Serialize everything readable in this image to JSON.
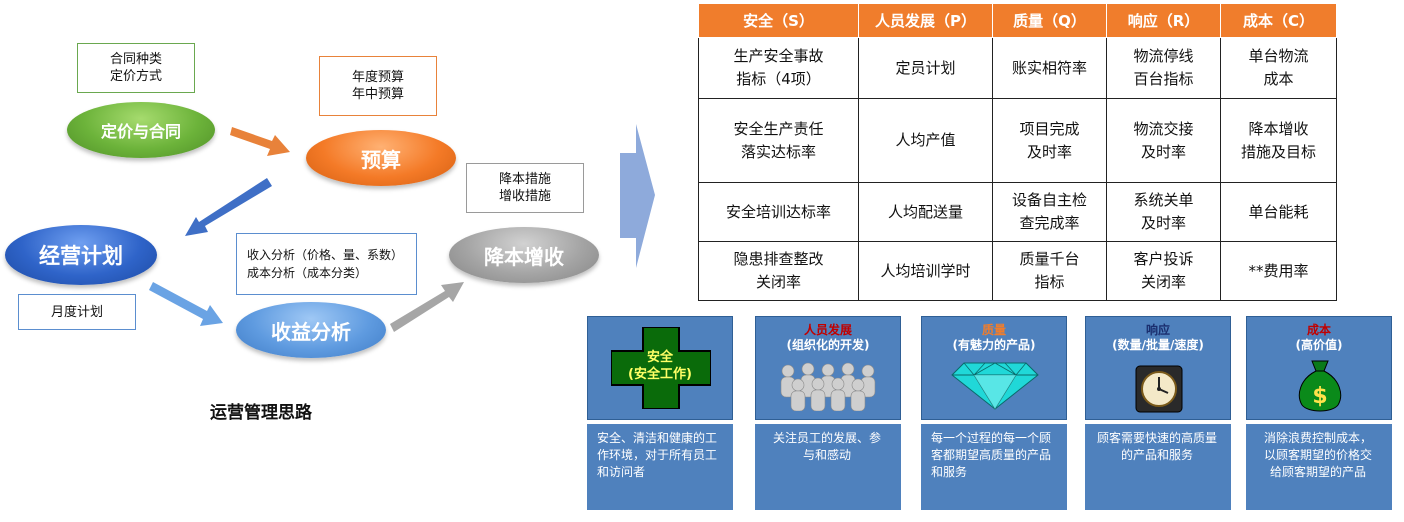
{
  "flow": {
    "note_contract": [
      "合同种类",
      "定价方式"
    ],
    "note_budget": [
      "年度预算",
      "年中预算"
    ],
    "note_reduce": [
      "降本措施",
      "增收措施"
    ],
    "note_analysis": [
      "收入分析（价格、量、系数）",
      "成本分析（成本分类）"
    ],
    "note_monthly": "月度计划",
    "oval_pricing": "定价与合同",
    "oval_budget": "预算",
    "oval_plan": "经营计划",
    "oval_profit": "收益分析",
    "oval_reduce": "降本增收",
    "caption": "运营管理思路"
  },
  "table": {
    "headers": [
      "安全（S）",
      "人员发展（P）",
      "质量（Q）",
      "响应（R）",
      "成本（C）"
    ],
    "rows": [
      [
        [
          "生产安全事故",
          "指标（4项）"
        ],
        [
          "定员计划"
        ],
        [
          "账实相符率"
        ],
        [
          "物流停线",
          "百台指标"
        ],
        [
          "单台物流",
          "成本"
        ]
      ],
      [
        [
          "安全生产责任",
          "落实达标率"
        ],
        [
          "人均产值"
        ],
        [
          "项目完成",
          "及时率"
        ],
        [
          "物流交接",
          "及时率"
        ],
        [
          "降本增收",
          "措施及目标"
        ]
      ],
      [
        [
          "安全培训达标率"
        ],
        [
          "人均配送量"
        ],
        [
          "设备自主检",
          "查完成率"
        ],
        [
          "系统关单",
          "及时率"
        ],
        [
          "单台能耗"
        ]
      ],
      [
        [
          "隐患排查整改",
          "关闭率"
        ],
        [
          "人均培训学时"
        ],
        [
          "质量千台",
          "指标"
        ],
        [
          "客户投诉",
          "关闭率"
        ],
        [
          "**费用率"
        ]
      ]
    ]
  },
  "cards": [
    {
      "title": [
        "安全",
        "(安全工作)"
      ],
      "desc": [
        "安全、清洁和健康的工",
        "作环境，对于所有员工",
        "和访问者"
      ],
      "icon": "cross-icon"
    },
    {
      "title": [
        "人员发展",
        "(组织化的开发)"
      ],
      "desc": [
        "关注员工的发展、参",
        "与和感动"
      ],
      "icon": "people-icon"
    },
    {
      "title": [
        "质量",
        "(有魅力的产品)"
      ],
      "desc": [
        "每一个过程的每一个顾",
        "客都期望高质量的产品",
        "和服务"
      ],
      "icon": "diamond-icon"
    },
    {
      "title": [
        "响应",
        "(数量/批量/速度)"
      ],
      "desc": [
        "顾客需要快速的高质量",
        "的产品和服务"
      ],
      "icon": "clock-icon"
    },
    {
      "title": [
        "成本",
        "(高价值)"
      ],
      "desc": [
        "消除浪费控制成本，",
        "以顾客期望的价格交",
        "给顾客期望的产品"
      ],
      "icon": "money-bag-icon"
    }
  ],
  "colors": {
    "header": "#f07d2c",
    "card": "#4f81bd",
    "arrow_orange": "#e8823a",
    "arrow_blue": "#3f6fc6",
    "arrow_gray": "#a6a6a6",
    "big_arrow": "#8eaadb"
  }
}
